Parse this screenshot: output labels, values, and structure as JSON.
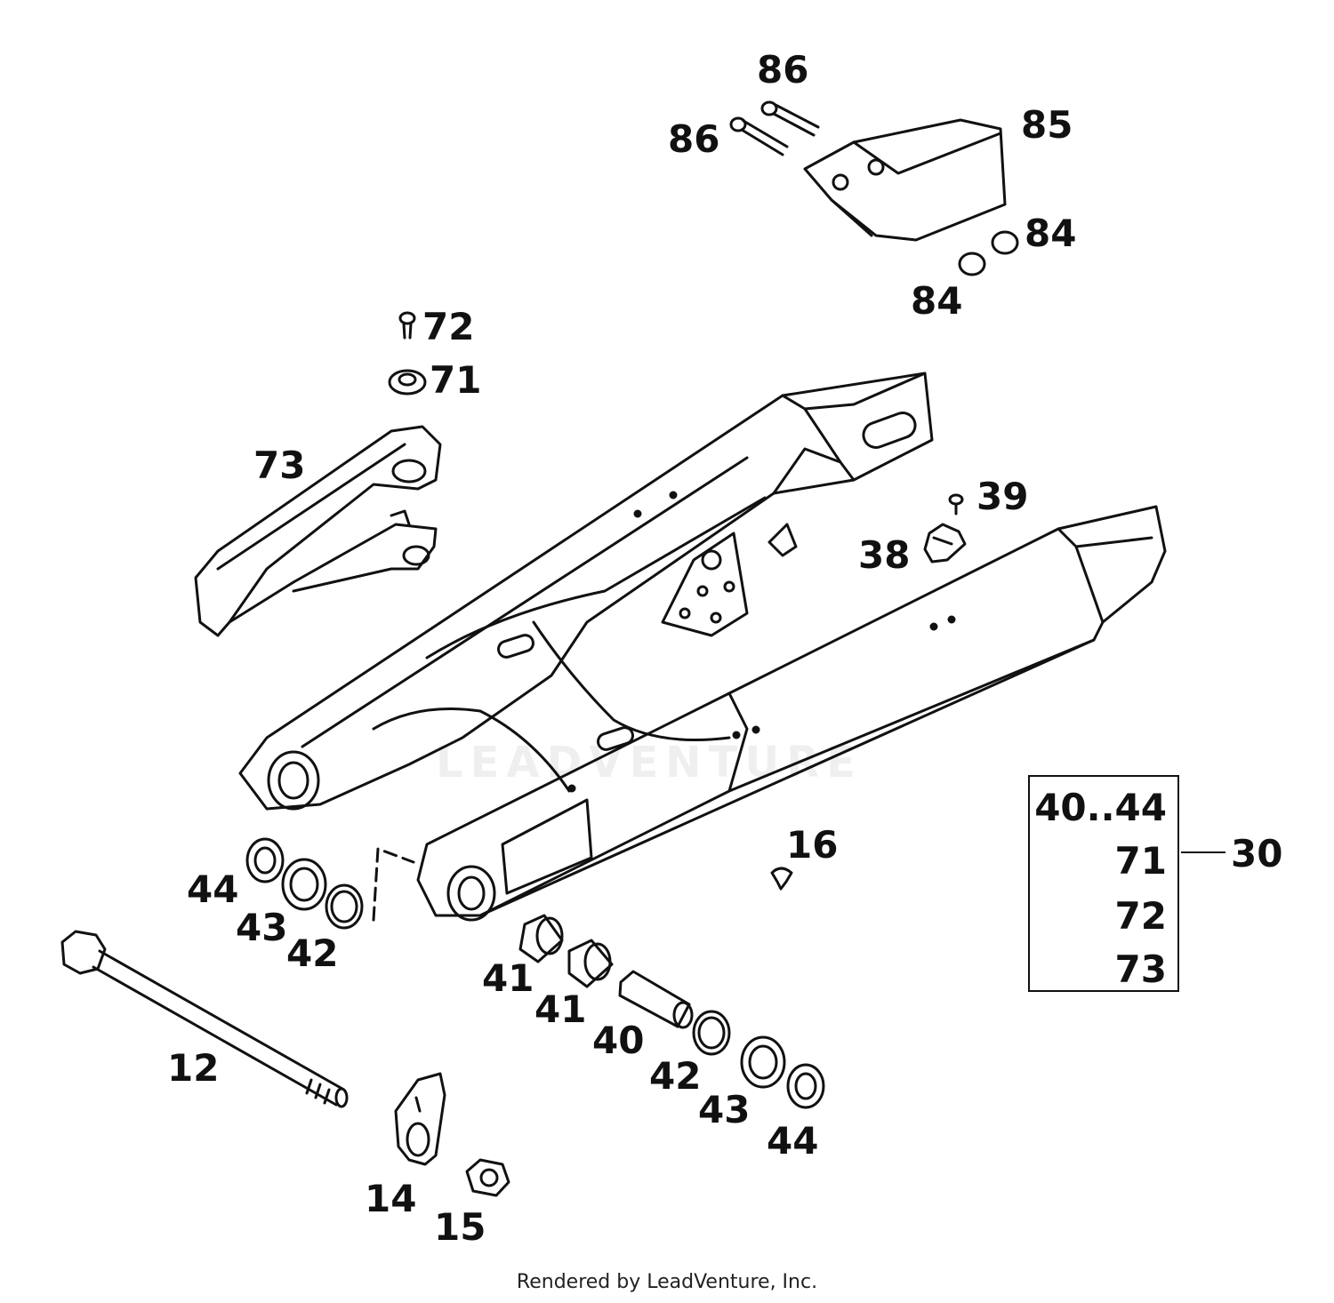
{
  "callouts": {
    "c86a": "86",
    "c86b": "86",
    "c85": "85",
    "c84a": "84",
    "c84b": "84",
    "c72": "72",
    "c71": "71",
    "c73": "73",
    "c39": "39",
    "c38": "38",
    "c16": "16",
    "c44a": "44",
    "c43a": "43",
    "c42a": "42",
    "c12": "12",
    "c41a": "41",
    "c41b": "41",
    "c40": "40",
    "c42b": "42",
    "c43b": "43",
    "c44b": "44",
    "c14": "14",
    "c15": "15"
  },
  "kit": {
    "lines": [
      "40..44",
      "71",
      "72",
      "73"
    ],
    "ref": "30"
  },
  "watermark": "LEADVENTURE",
  "footer": "Rendered by LeadVenture, Inc."
}
